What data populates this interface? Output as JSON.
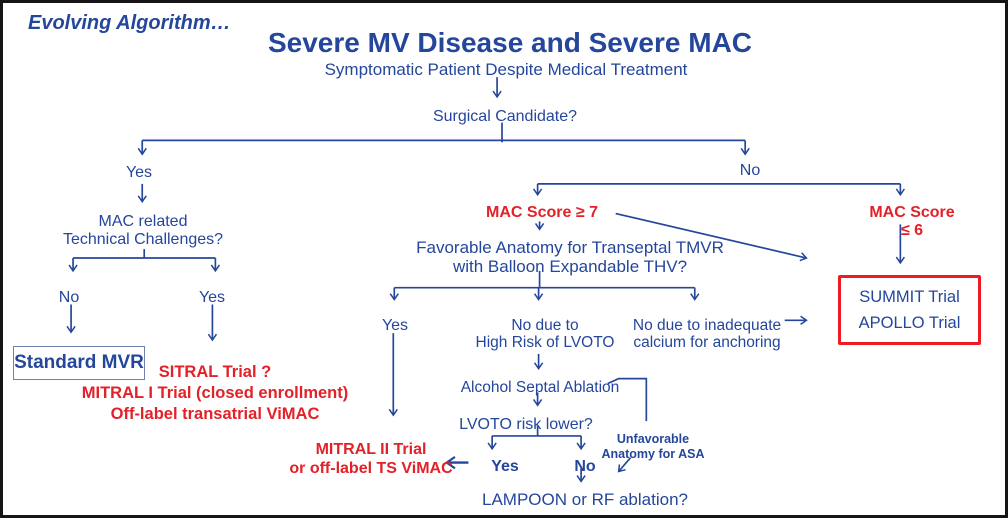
{
  "colors": {
    "line_blue": "#24469B",
    "text_blue": "#24469B",
    "text_red": "#E22128",
    "outcome_box_border": "#ED1C24",
    "mvr_box_border": "#7080B0",
    "frame": "#151515"
  },
  "header": {
    "eyebrow": "Evolving Algorithm…",
    "title": "Severe MV Disease and Severe MAC",
    "subtitle": "Symptomatic Patient Despite Medical Treatment"
  },
  "root": {
    "question": "Surgical Candidate?"
  },
  "surgical_yes": {
    "answer": "Yes",
    "question": "MAC related\nTechnical Challenges?",
    "no_label": "No",
    "yes_label": "Yes",
    "standard_mvr": "Standard MVR",
    "trials": "SITRAL Trial ?\nMITRAL I Trial (closed enrollment)\nOff-label transatrial ViMAC"
  },
  "surgical_no": {
    "answer": "No",
    "mac_high": {
      "score_label": "MAC Score ≥ 7",
      "anatomy_question": "Favorable Anatomy for Transeptal TMVR\nwith Balloon Expandable THV?",
      "yes_label": "Yes",
      "no_lvoto": "No due to\nHigh Risk of LVOTO",
      "no_calcium": "No due to inadequate\ncalcium for anchoring",
      "asa": "Alcohol Septal Ablation",
      "lvoto_question": "LVOTO risk lower?",
      "lvoto_yes": "Yes",
      "lvoto_no": "No",
      "mitral_trials": "MITRAL II Trial\nor off-label TS ViMAC",
      "lampoon": "LAMPOON or RF ablation?",
      "unfavorable": "Unfavorable\nAnatomy for ASA"
    },
    "mac_low": {
      "score_label": "MAC Score ≤ 6",
      "trials": "SUMMIT Trial\nAPOLLO Trial"
    }
  }
}
